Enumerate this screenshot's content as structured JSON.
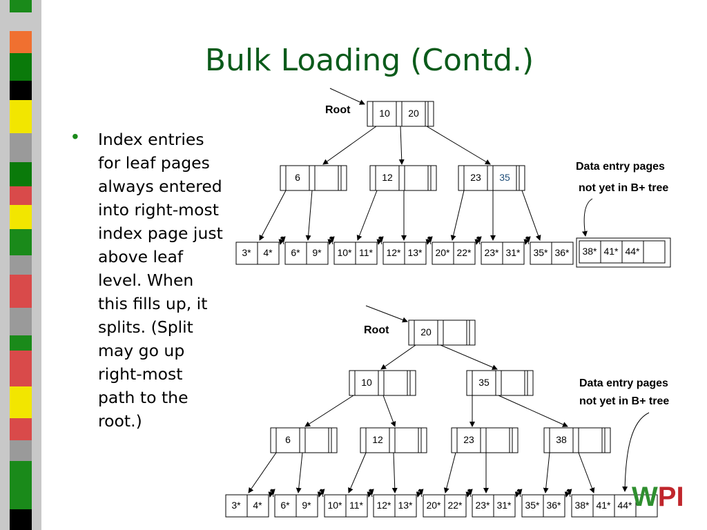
{
  "title": "Bulk Loading (Contd.)",
  "bullet": {
    "lines": [
      "Index entries",
      "for leaf pages",
      "always entered",
      "into right-most",
      "index page just",
      "above leaf",
      "level.  When",
      "this fills up, it",
      "splits.  (Split",
      "may go up",
      "right-most",
      "path to the",
      "root.)"
    ]
  },
  "colors": {
    "title": "#0b5b1b",
    "highlight_key": "#1f4e79",
    "stripe": [
      "#1a8a1a",
      "#f07030",
      "#0a7a0a",
      "#000000",
      "#f2e600",
      "#9a9a9a",
      "#d94a4a",
      "#f2e600",
      "#1a8a1a"
    ]
  },
  "tree1": {
    "root_label": "Root",
    "note_line1": "Data entry pages",
    "note_line2": "not yet in B+ tree",
    "root": [
      "10",
      "20"
    ],
    "index": [
      [
        "6"
      ],
      [
        "12"
      ],
      [
        "23",
        "35"
      ]
    ],
    "leaves": [
      [
        "3*",
        "4*"
      ],
      [
        "6*",
        "9*"
      ],
      [
        "10*",
        "11*"
      ],
      [
        "12*",
        "13*"
      ],
      [
        "20*",
        "22*"
      ],
      [
        "23*",
        "31*"
      ],
      [
        "35*",
        "36*"
      ],
      [
        "38*",
        "41*",
        "44*"
      ]
    ]
  },
  "tree2": {
    "root_label": "Root",
    "note_line1": "Data entry pages",
    "note_line2": "not yet in B+ tree",
    "root": [
      "20"
    ],
    "level1": [
      [
        "10"
      ],
      [
        "35"
      ]
    ],
    "level2": [
      [
        "6"
      ],
      [
        "12"
      ],
      [
        "23"
      ],
      [
        "38"
      ]
    ],
    "leaves": [
      [
        "3*",
        "4*"
      ],
      [
        "6*",
        "9*"
      ],
      [
        "10*",
        "11*"
      ],
      [
        "12*",
        "13*"
      ],
      [
        "20*",
        "22*"
      ],
      [
        "23*",
        "31*"
      ],
      [
        "35*",
        "36*"
      ],
      [
        "38*",
        "41*",
        "44*"
      ]
    ]
  },
  "logo": {
    "w": "W",
    "p": "P",
    "i": "I"
  }
}
